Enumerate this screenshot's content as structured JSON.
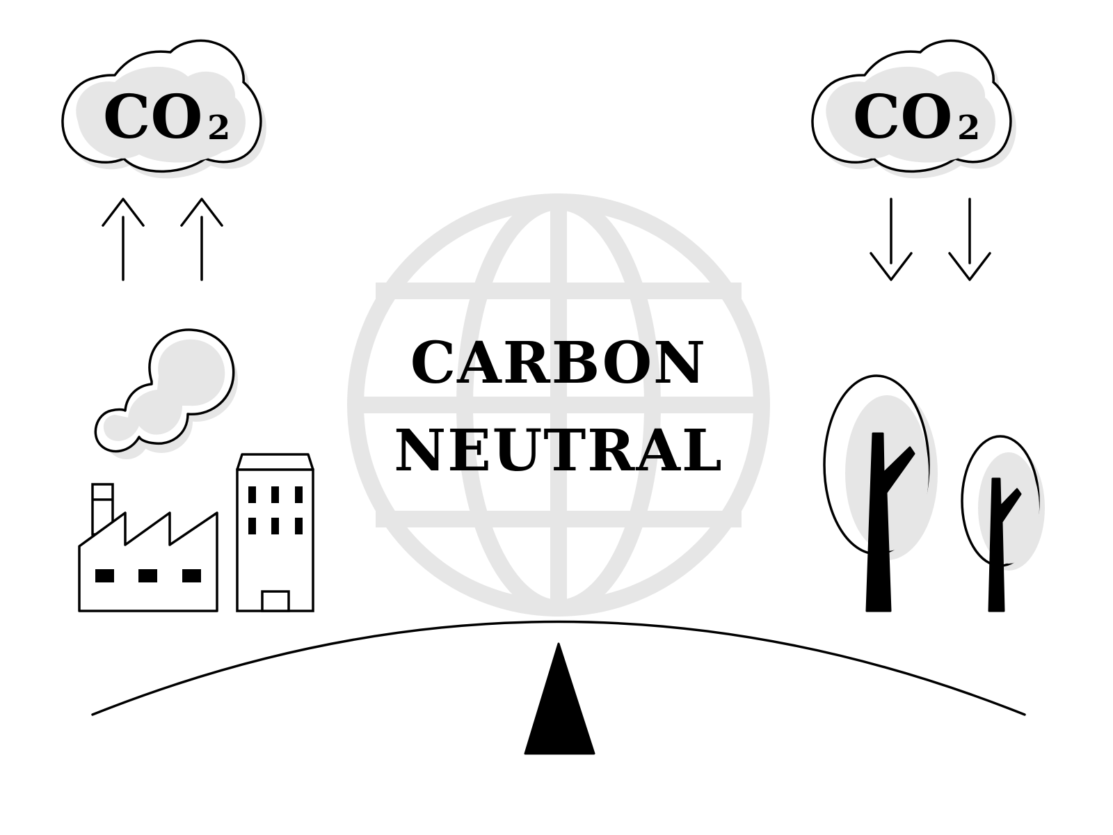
{
  "left_cloud": {
    "label": "CO",
    "subscript": "2"
  },
  "right_cloud": {
    "label": "CO",
    "subscript": "2"
  },
  "headline": {
    "line1": "CARBON",
    "line2": "NEUTRAL"
  },
  "colors": {
    "outline": "#000000",
    "fill": "#e6e6e6",
    "background": "#ffffff"
  },
  "icons": {
    "left_cloud": "co2-cloud-icon",
    "right_cloud": "co2-cloud-icon",
    "emission_arrows": "arrow-up-icon",
    "absorption_arrows": "arrow-down-icon",
    "smoke": "smoke-icon",
    "factory": "factory-icon",
    "building": "office-building-icon",
    "globe": "globe-icon",
    "trees": "tree-icon",
    "scale": "balance-scale-icon"
  }
}
